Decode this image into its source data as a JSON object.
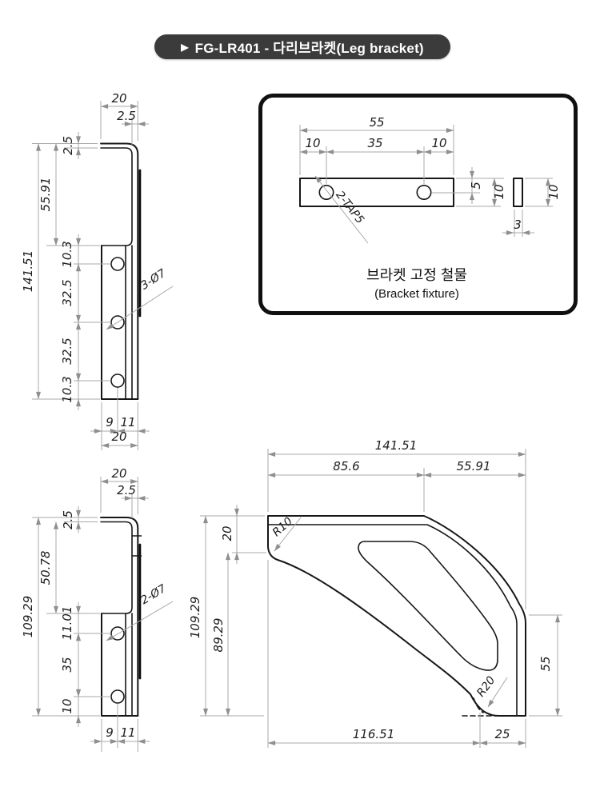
{
  "title": {
    "arrow_icon": "▶",
    "text": "FG-LR401 - 다리브라켓(Leg bracket)"
  },
  "colors": {
    "banner_bg": "#3b3b3b",
    "banner_text": "#ffffff",
    "object_line": "#171717",
    "dim_line": "#a8a8a8",
    "dim_text": "#1d1d1d"
  },
  "side_upper": {
    "flange_width": "20",
    "flange_lip": "2.5",
    "thickness": "2.5",
    "upper_height": "55.91",
    "total_height": "141.51",
    "edge_to_hole": "10.3",
    "pitch_a": "32.5",
    "pitch_b": "32.5",
    "hole_to_edge": "10.3",
    "hole_note": "3-Ø7",
    "base_left": "9",
    "base_right": "11",
    "base_width": "20"
  },
  "fixture": {
    "caption_ko": "브라켓 고정 철물",
    "caption_en": "(Bracket fixture)",
    "length": "55",
    "left_margin": "10",
    "pitch": "35",
    "right_margin": "10",
    "edge_to_hole": "5",
    "height": "10",
    "tap_note": "2-TAP5",
    "side_height": "10",
    "side_thickness": "3"
  },
  "side_lower": {
    "flange_width": "20",
    "flange_lip": "2.5",
    "thickness": "2.5",
    "upper_height": "50.78",
    "total_height": "109.29",
    "edge_to_hole": "11.01",
    "pitch": "35",
    "hole_to_edge": "10",
    "hole_note": "2-Ø7",
    "base_left": "9",
    "base_right": "11"
  },
  "profile": {
    "total_width": "141.51",
    "seg_left": "85.6",
    "seg_right": "55.91",
    "notch_height": "20",
    "fillet_top": "R10",
    "total_height": "109.29",
    "body_height": "89.29",
    "right_height": "55",
    "fillet_bottom": "R20",
    "bottom_left": "116.51",
    "bottom_right": "25"
  }
}
